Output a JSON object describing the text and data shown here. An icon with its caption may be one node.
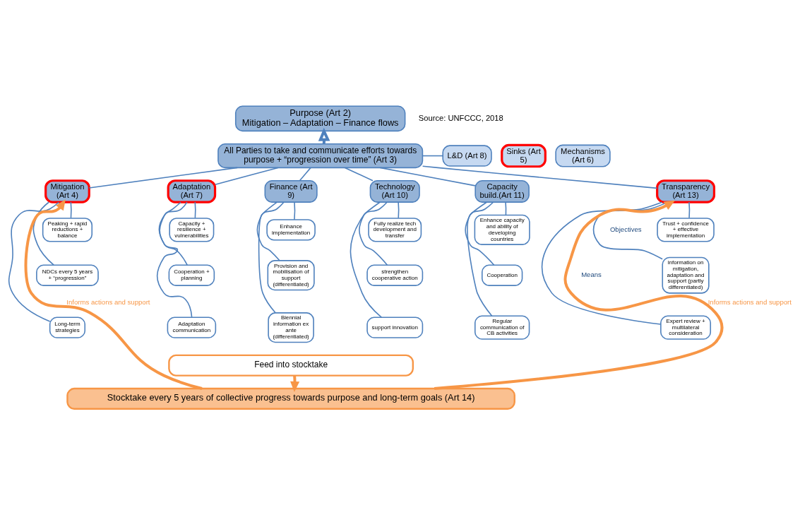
{
  "diagram": {
    "nodes": [
      {
        "text": [
          "Purpose (Art 2)",
          "Mitigation – Adaptation – Finance flows"
        ]
      },
      {
        "text": [
          "All Parties to take and communicate efforts towards purpose + “progression over time” (Art 3)"
        ]
      },
      {
        "text": [
          "L&D (Art 8)"
        ]
      },
      {
        "text": [
          "Sinks (Art 5)"
        ]
      },
      {
        "text": [
          "Mechanisms (Art 6)"
        ]
      },
      {
        "text": [
          "Mitigation (Art 4)"
        ]
      },
      {
        "text": [
          "Adaptation (Art 7)"
        ]
      },
      {
        "text": [
          "Finance (Art 9)"
        ]
      },
      {
        "text": [
          "Technology (Art 10)"
        ]
      },
      {
        "text": [
          "Capacity build.(Art 11)"
        ]
      },
      {
        "text": [
          "Transparency (Art 13)"
        ]
      },
      {
        "text": [
          "Peaking + rapid reductions + balance"
        ]
      },
      {
        "text": [
          "NDCs every 5 years + “progression”"
        ]
      },
      {
        "text": [
          "Long-term strategies"
        ]
      },
      {
        "text": [
          "Capacity + resilience + vulnerabilities"
        ]
      },
      {
        "text": [
          "Cooperation + planning"
        ]
      },
      {
        "text": [
          "Adaptation communication"
        ]
      },
      {
        "text": [
          "Enhance implementation"
        ]
      },
      {
        "text": [
          "Provision and mobilisation of support (differentiated)"
        ]
      },
      {
        "text": [
          "Biennial information ex ante (differentiated)"
        ]
      },
      {
        "text": [
          "Fully realize tech development and transfer"
        ]
      },
      {
        "text": [
          "strengthen cooperative action"
        ]
      },
      {
        "text": [
          "support innovation"
        ]
      },
      {
        "text": [
          "Enhance capacity and ability of developing countries"
        ]
      },
      {
        "text": [
          "Cooperation"
        ]
      },
      {
        "text": [
          "Regular communication of CB activities"
        ]
      },
      {
        "text": [
          "Trust + confidence + effective implementation"
        ]
      },
      {
        "text": [
          "information on mitigation, adaptation and support (partly differentiated)"
        ]
      },
      {
        "text": [
          "Expert review + multilateral consideration"
        ]
      },
      {
        "text": [
          "Feed into stocktake"
        ]
      },
      {
        "text": [
          "Stocktake every 5 years of collective progress towards purpose and long-term goals (Art 14)"
        ]
      }
    ],
    "edges": [
      {
        "from": 1,
        "to": 0,
        "arrow": "to",
        "style": "thick"
      },
      {
        "from": 1,
        "to": 2,
        "arrow": "none"
      },
      {
        "from": 1,
        "to": 5,
        "arrow": "none"
      },
      {
        "from": 1,
        "to": 6,
        "arrow": "none"
      },
      {
        "from": 1,
        "to": 7,
        "arrow": "none"
      },
      {
        "from": 1,
        "to": 8,
        "arrow": "none"
      },
      {
        "from": 1,
        "to": 9,
        "arrow": "none"
      },
      {
        "from": 1,
        "to": 10,
        "arrow": "none"
      },
      {
        "from": 5,
        "to": 11,
        "arrow": "none"
      },
      {
        "from": 5,
        "to": 12,
        "arrow": "none"
      },
      {
        "from": 5,
        "to": 13,
        "arrow": "none"
      },
      {
        "from": 6,
        "to": 14,
        "arrow": "none"
      },
      {
        "from": 6,
        "to": 15,
        "arrow": "none"
      },
      {
        "from": 6,
        "to": 16,
        "arrow": "none"
      },
      {
        "from": 7,
        "to": 17,
        "arrow": "none"
      },
      {
        "from": 7,
        "to": 18,
        "arrow": "none"
      },
      {
        "from": 7,
        "to": 19,
        "arrow": "none"
      },
      {
        "from": 8,
        "to": 20,
        "arrow": "none"
      },
      {
        "from": 8,
        "to": 21,
        "arrow": "none"
      },
      {
        "from": 8,
        "to": 22,
        "arrow": "none"
      },
      {
        "from": 9,
        "to": 23,
        "arrow": "none"
      },
      {
        "from": 9,
        "to": 24,
        "arrow": "none"
      },
      {
        "from": 9,
        "to": 25,
        "arrow": "none"
      },
      {
        "from": 10,
        "to": 26,
        "arrow": "none"
      },
      {
        "from": 10,
        "to": 27,
        "arrow": "none"
      },
      {
        "from": 10,
        "to": 28,
        "arrow": "none"
      },
      {
        "from": 29,
        "to": 30,
        "arrow": "to",
        "style": "thick",
        "color": "#f79646"
      },
      {
        "from": 30,
        "to": 5,
        "arrow": "to",
        "label": "Informs actions and support",
        "style": "thick",
        "color": "#f79646"
      },
      {
        "from": 30,
        "to": 10,
        "arrow": "to",
        "label": "Informs actions and support",
        "style": "thick",
        "color": "#f79646"
      }
    ],
    "labels": [
      "Source: UNFCCC, 2018",
      "Objectives",
      "Means"
    ]
  }
}
